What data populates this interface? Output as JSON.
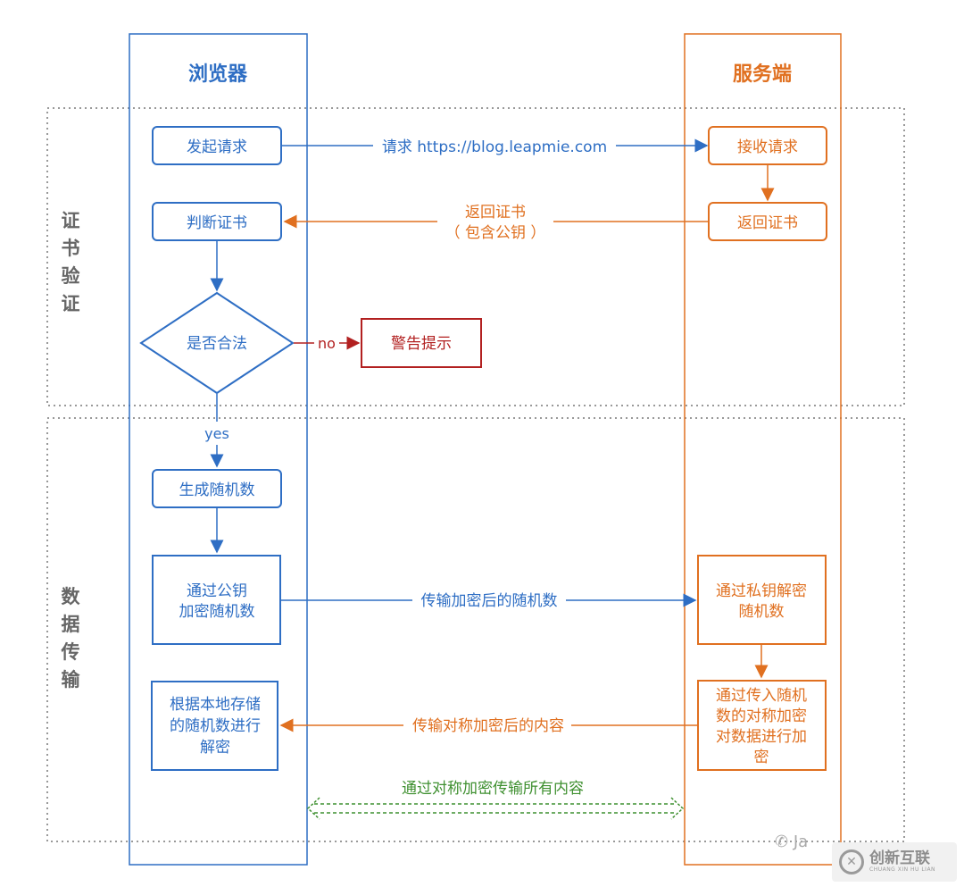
{
  "lanes": {
    "browser": "浏览器",
    "server": "服务端"
  },
  "sections": {
    "cert": "证书验证",
    "data": "数据传输"
  },
  "nodes": {
    "send_request": "发起请求",
    "judge_cert": "判断证书",
    "is_valid": "是否合法",
    "warning": "警告提示",
    "gen_random": "生成随机数",
    "encrypt_pubkey": [
      "通过公钥",
      "加密随机数"
    ],
    "decrypt_local": [
      "根据本地存储",
      "的随机数进行",
      "解密"
    ],
    "receive_request": "接收请求",
    "return_cert_box": "返回证书",
    "decrypt_private": [
      "通过私钥解密",
      "随机数"
    ],
    "encrypt_symmetric": [
      "通过传入随机",
      "数的对称加密",
      "对数据进行加",
      "密"
    ]
  },
  "edges": {
    "request": "请求 https://blog.leapmie.com",
    "return_cert": [
      "返回证书",
      "（ 包含公钥 ）"
    ],
    "no": "no",
    "yes": "yes",
    "send_encrypted_random": "传输加密后的随机数",
    "send_encrypted_content": "传输对称加密后的内容",
    "all_symmetric": "通过对称加密传输所有内容"
  },
  "colors": {
    "blue": "#2e6ec4",
    "orange": "#e07020",
    "red": "#b22020",
    "green": "#3f9030",
    "gray": "#6b6b6b",
    "dotted": "#999999"
  },
  "watermark": {
    "wechat": "Ja",
    "brand_cn": "创新互联",
    "brand_en": "CHUANG XIN HU LIAN"
  }
}
